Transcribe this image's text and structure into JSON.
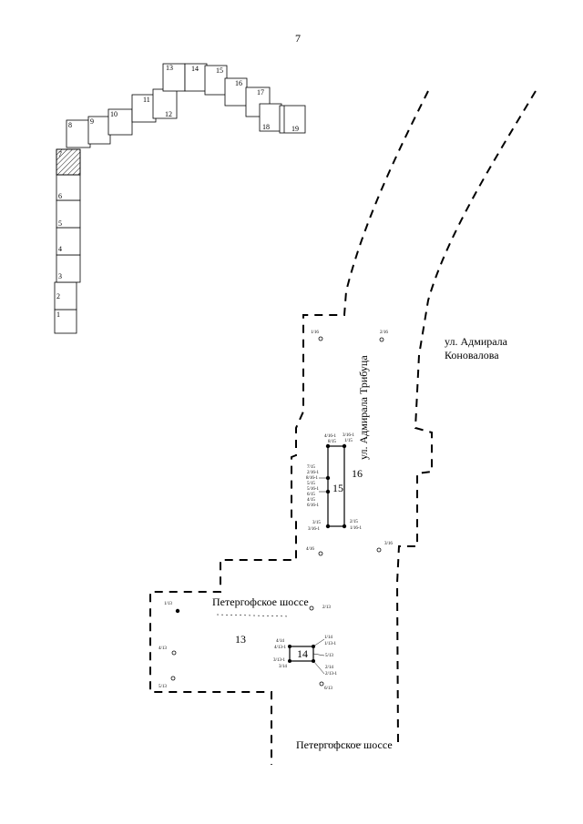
{
  "page_number": "7",
  "site_blocks": {
    "numbers": [
      "1",
      "2",
      "3",
      "4",
      "5",
      "6",
      "7",
      "8",
      "9",
      "10",
      "11",
      "12",
      "13",
      "14",
      "15",
      "16",
      "17",
      "18",
      "19"
    ]
  },
  "street_labels": {
    "admirala_konovalova": [
      "ул. Адмирала",
      "Коновалова"
    ],
    "admirala_tributsa": "ул. Адмирала Трибуца",
    "petergofskoe_top": "Петергофское шоссе",
    "petergofskoe_bottom": "Петергофское шоссе"
  },
  "zone_labels": {
    "z13": "13",
    "z14": "14",
    "z15": "15",
    "z16": "16"
  },
  "point_labels": {
    "p1": "1/16",
    "p2": "2/16",
    "p3": "4/16",
    "p4": "3/16",
    "p5": "1/13",
    "p6": "2/13",
    "p7": "4/13",
    "p8": "5/13",
    "p9": "6/13",
    "a1": "4/16-1",
    "a2": "8/15",
    "a3": "3/16-1",
    "a4": "1/15",
    "b1": "7/15",
    "b2": "2/16-1",
    "b3": "8/16-1",
    "b4": "5/15",
    "b5": "5/16-1",
    "b6": "6/15",
    "b7": "4/15",
    "b8": "6/16-1",
    "c1": "3/15",
    "c2": "3/16-1",
    "c3": "2/15",
    "c4": "1/16-1",
    "d1": "4/14",
    "d2": "4/13-1",
    "d3": "3/13-1",
    "d4": "3/14",
    "e1": "1/14",
    "e2": "1/13-1",
    "e3": "5/13",
    "e4": "2/14",
    "e5": "2/13-1"
  }
}
